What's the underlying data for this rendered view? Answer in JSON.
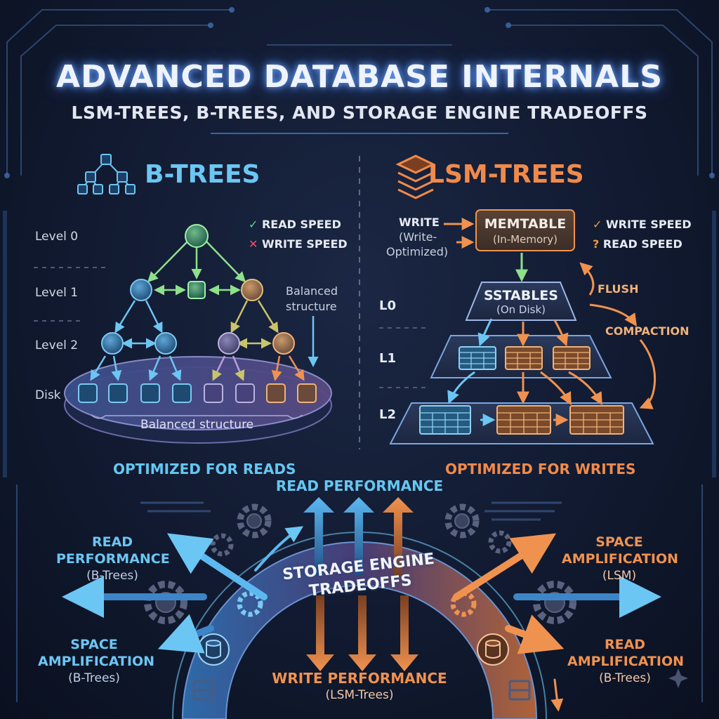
{
  "header": {
    "title": "ADVANCED DATABASE INTERNALS",
    "subtitle": "LSM-TREES, B-TREES, AND STORAGE ENGINE TRADEOFFS"
  },
  "btree": {
    "heading": "B-TREES",
    "levels": [
      "Level 0",
      "Level 1",
      "Level 2",
      "Disk"
    ],
    "traits": [
      {
        "mark": "✓",
        "label": "READ SPEED"
      },
      {
        "mark": "✕",
        "label": "WRITE SPEED"
      }
    ],
    "side_note": [
      "Balanced",
      "structure"
    ],
    "disk_label": "Balanced structure",
    "footer": "OPTIMIZED FOR READS"
  },
  "lsm": {
    "heading": "LSM-TREES",
    "write_label": [
      "WRITE",
      "(Write-",
      "Optimized)"
    ],
    "memtable": {
      "title": "MEMTABLE",
      "sub": "(In-Memory)"
    },
    "traits": [
      {
        "mark": "✓",
        "label": "WRITE SPEED"
      },
      {
        "mark": "?",
        "label": "READ SPEED"
      }
    ],
    "sstables": {
      "title": "SSTABLES",
      "sub": "(On Disk)"
    },
    "levels": [
      "L0",
      "L1",
      "L2"
    ],
    "flush": "FLUSH",
    "compaction": "COMPACTION",
    "footer": "OPTIMIZED FOR WRITES"
  },
  "tradeoffs": {
    "center": [
      "STORAGE ENGINE",
      "TRADEOFFS"
    ],
    "top": "READ PERFORMANCE",
    "bottom": {
      "title": "WRITE PERFORMANCE",
      "sub": "(LSM-Trees)"
    },
    "left_top": {
      "lines": [
        "READ",
        "PERFORMANCE"
      ],
      "sub": "(B-Trees)"
    },
    "left_bottom": {
      "lines": [
        "SPACE",
        "AMPLIFICATION"
      ],
      "sub": "(B-Trees)"
    },
    "right_top": {
      "lines": [
        "SPACE",
        "AMPLIFICATION"
      ],
      "sub": "(LSM)"
    },
    "right_bottom": {
      "lines": [
        "READ",
        "AMPLIFICATION"
      ],
      "sub": "(B-Trees)"
    }
  },
  "colors": {
    "btree_accent": "#6cc6f3",
    "lsm_accent": "#f08a4b",
    "green": "#7ee08a",
    "gold": "#c7a24f"
  }
}
